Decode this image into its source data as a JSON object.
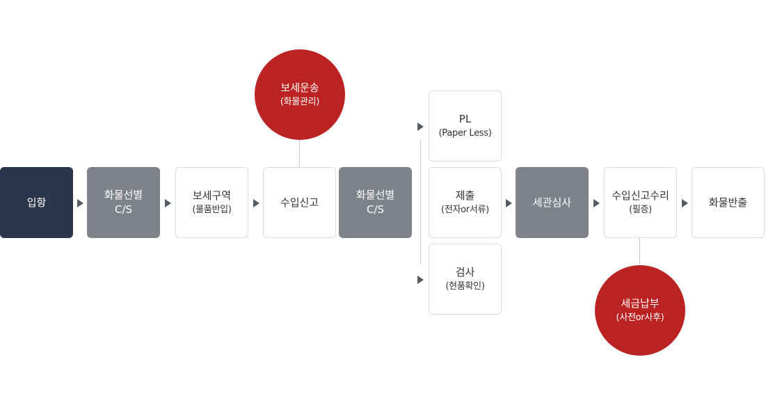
{
  "steps": {
    "arrival": "입항",
    "selection1": {
      "line1": "화물선별",
      "line2": "C/S"
    },
    "bonded_area": {
      "line1": "보세구역",
      "line2": "(물품반입)"
    },
    "import_declaration": "수입신고",
    "selection2": {
      "line1": "화물선별",
      "line2": "C/S"
    },
    "paperless": {
      "line1": "PL",
      "line2": "(Paper Less)"
    },
    "submission": {
      "line1": "제출",
      "line2": "(전자or서류)"
    },
    "inspection": {
      "line1": "검사",
      "line2": "(현품확인)"
    },
    "customs_review": "세관심사",
    "acceptance": {
      "line1": "수입신고수리",
      "line2": "(필증)"
    },
    "release": "화물반출"
  },
  "circles": {
    "bonded_transport": {
      "line1": "보세운송",
      "line2": "(화물관리)"
    },
    "tax_payment": {
      "line1": "세금납부",
      "line2": "(사전or사후)"
    }
  },
  "colors": {
    "navy": "#2b364b",
    "gray": "#7f8389",
    "red": "#bb2222",
    "arrow": "#555b62"
  }
}
